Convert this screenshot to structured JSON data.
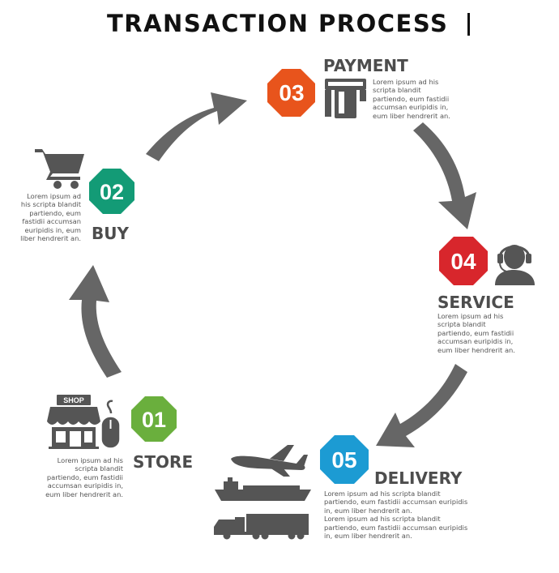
{
  "title": "TRANSACTION PROCESS",
  "colors": {
    "arrow": "#666666",
    "icon": "#555555",
    "step01": "#6aaf3d",
    "step02": "#139b76",
    "step03": "#e8541c",
    "step04": "#d8262c",
    "step05": "#1c9bd3"
  },
  "steps": [
    {
      "number": "01",
      "label": "STORE",
      "color": "step01",
      "icons": [
        "shop-icon",
        "mouse-icon"
      ],
      "icon_text": "SHOP",
      "description": "Lorem ipsum ad his\nscripta blandit\npartiendo, eum fastidii\naccumsan euripidis in,\neum liber hendrerit an."
    },
    {
      "number": "02",
      "label": "BUY",
      "color": "step02",
      "icons": [
        "shopping-cart-icon"
      ],
      "description": "Lorem ipsum ad\nhis scripta blandit\npartiendo, eum\nfastidii accumsan\neuripidis in, eum\nliber hendrerit an."
    },
    {
      "number": "03",
      "label": "PAYMENT",
      "color": "step03",
      "icons": [
        "card-terminal-icon"
      ],
      "description": "Lorem ipsum ad his\nscripta blandit\npartiendo, eum fastidii\naccumsan euripidis in,\neum liber hendrerit an."
    },
    {
      "number": "04",
      "label": "SERVICE",
      "color": "step04",
      "icons": [
        "headset-operator-icon"
      ],
      "description": "Lorem ipsum ad his\nscripta blandit\npartiendo, eum fastidii\naccumsan euripidis in,\neum liber hendrerit an."
    },
    {
      "number": "05",
      "label": "DELIVERY",
      "color": "step05",
      "icons": [
        "airplane-icon",
        "ship-icon",
        "truck-icon"
      ],
      "description": "Lorem ipsum ad his scripta blandit\npartiendo, eum fastidii accumsan euripidis\nin, eum liber hendrerit an.\nLorem ipsum ad his scripta blandit\npartiendo, eum fastidii accumsan euripidis\nin, eum liber hendrerit an."
    }
  ]
}
